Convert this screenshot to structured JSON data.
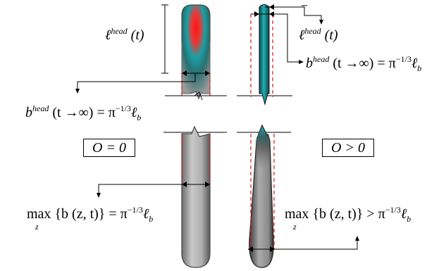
{
  "labels": {
    "ell": "ℓ",
    "b": "b",
    "head": "head",
    "t_paren": "(t)",
    "limit_text": "(t →∞) = π",
    "limit_text_left": "(t →∞) = π",
    "exponent": "−1/3",
    "ell_b_main": "ℓ",
    "ell_b_sub": "b",
    "max": "max",
    "max_sub": "z",
    "max_body": "{b (z, t)} = π",
    "max_body_gt": "{b (z, t)} > π"
  },
  "boxes": {
    "left": "O = 0",
    "right": "O > 0"
  },
  "colors": {
    "red_tip": "#ff1a1a",
    "teal": "#1aa0a4",
    "gray_body": "#a8a8a8",
    "dark_rod": "#1d5d60",
    "dashed_red": "#e8202a"
  }
}
